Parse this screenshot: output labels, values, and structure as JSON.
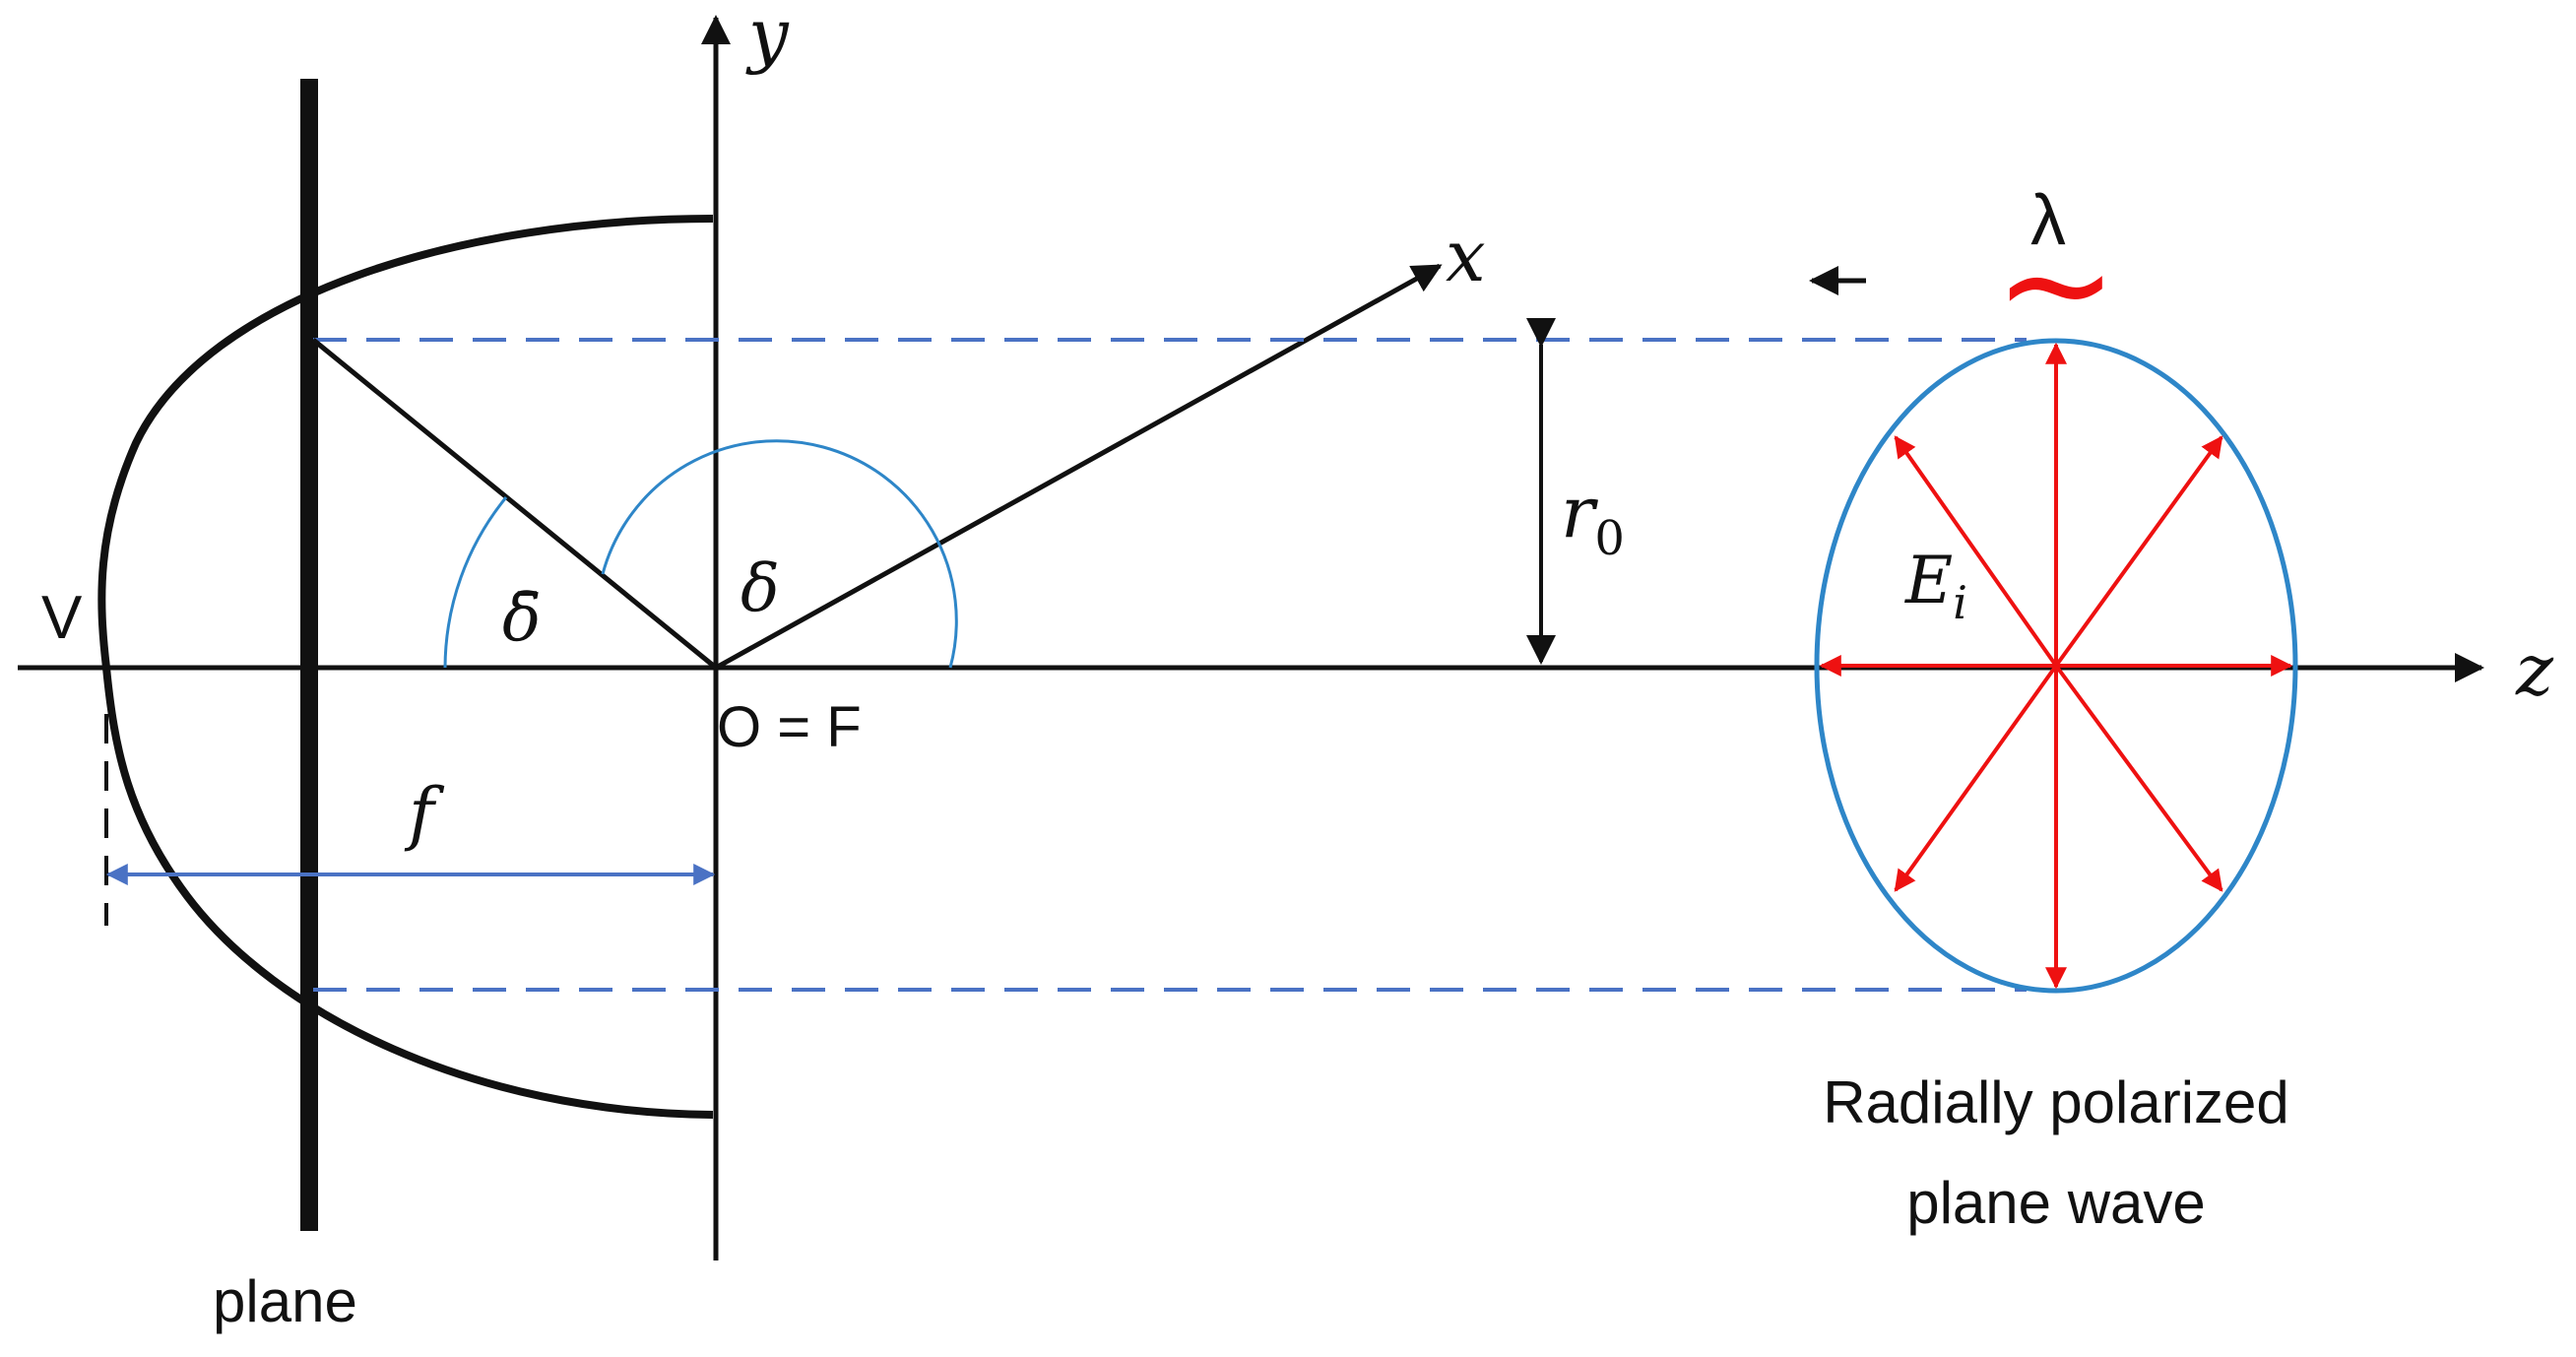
{
  "labels": {
    "y_axis": "y",
    "x_axis": "x",
    "z_axis": "z",
    "vertex": "V",
    "origin": "O = F",
    "delta": "δ",
    "delta_bar": "δ̄",
    "focal_length": "f",
    "radius": "r",
    "radius_subscript": "0",
    "field": "E",
    "field_subscript": "i",
    "wavelength": "λ",
    "wave_symbol": "~",
    "plane": "plane",
    "wave_caption_line1": "Radially polarized",
    "wave_caption_line2": "plane wave"
  },
  "colors": {
    "lines": "#111111",
    "guides": "#4a72c4",
    "ellipse": "#2e86c8",
    "field_arrows": "#ee1111"
  }
}
